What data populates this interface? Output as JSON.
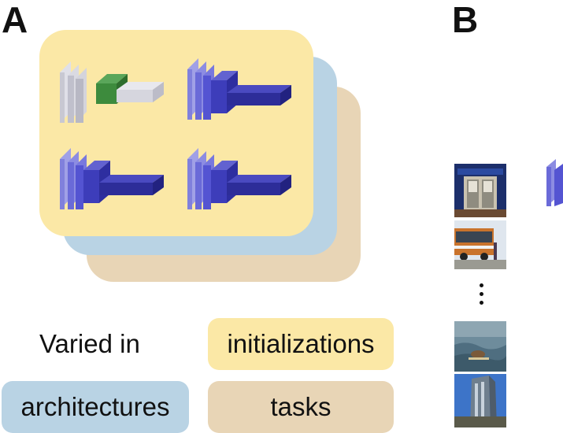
{
  "panels": {
    "a": "A",
    "b": "B"
  },
  "legend": {
    "varied_in": "Varied in",
    "initializations": "initializations",
    "architectures": "architectures",
    "tasks": "tasks"
  },
  "colors": {
    "initializations": "#fbe8a6",
    "architectures": "#b9d3e4",
    "tasks": "#e8d5b6",
    "net_front": "#5b5bd6",
    "net_light": "#8a8ae0",
    "net_dark": "#2d2d99",
    "net_gray": "#d3d3dc",
    "net_green": "#3d8b3d"
  },
  "icons": {
    "network": "cnn-block-icon",
    "image_ellipsis": "vertical-ellipsis"
  },
  "images": [
    {
      "name": "train-interior-photo"
    },
    {
      "name": "bus-photo"
    },
    {
      "name": "dog-surfing-photo"
    },
    {
      "name": "building-photo"
    }
  ]
}
